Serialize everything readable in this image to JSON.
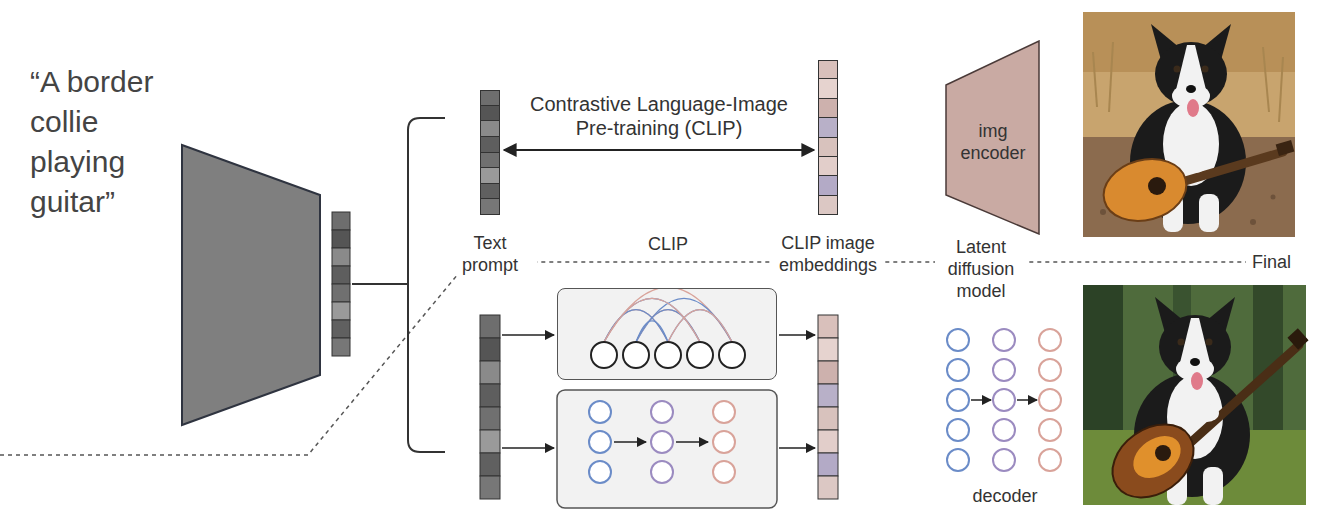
{
  "diagram": {
    "nodes": [
      {
        "text": [
          "Text prompt"
        ]
      },
      {
        "text": [
          "CLIP image embeddings"
        ]
      },
      {
        "text": [
          "img encoder"
        ]
      },
      {
        "text": [
          "CLIP"
        ]
      },
      {
        "text": [
          "decoder"
        ]
      }
    ],
    "edges": [
      {
        "from": 0,
        "to": 1,
        "arrow": "both",
        "label": "Contrastive Language-Image Pre-training (CLIP)"
      }
    ],
    "labels": [
      "“A border collie playing guitar”",
      "Latent diffusion model",
      "Final"
    ]
  }
}
